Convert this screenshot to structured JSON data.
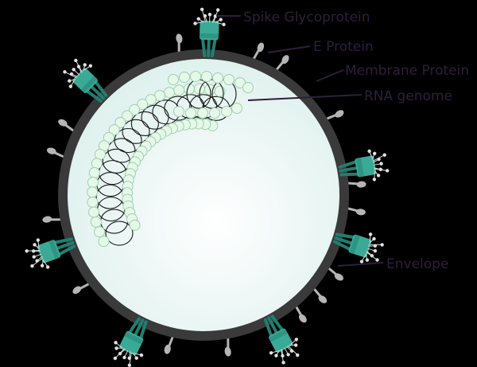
{
  "labels": {
    "spike": "Spike Glycoprotein",
    "e_protein": "E Protein",
    "membrane": "Membrane Protein",
    "rna": "RNA genome",
    "envelope": "Envelope"
  },
  "colors": {
    "background": "#000000",
    "envelope_ring": "#3a3a3a",
    "interior": "#e9f6f3",
    "spike": "#3aaa96",
    "spike_dark": "#1f7f70",
    "capsid_fill": "#e6f9e9",
    "capsid_stroke": "#9fcfb0",
    "rna_line": "#1a1a1a",
    "protein_gray": "#b5b5b5",
    "label_text": "#2e1f3a",
    "leader_line": "#2e1f3a"
  }
}
